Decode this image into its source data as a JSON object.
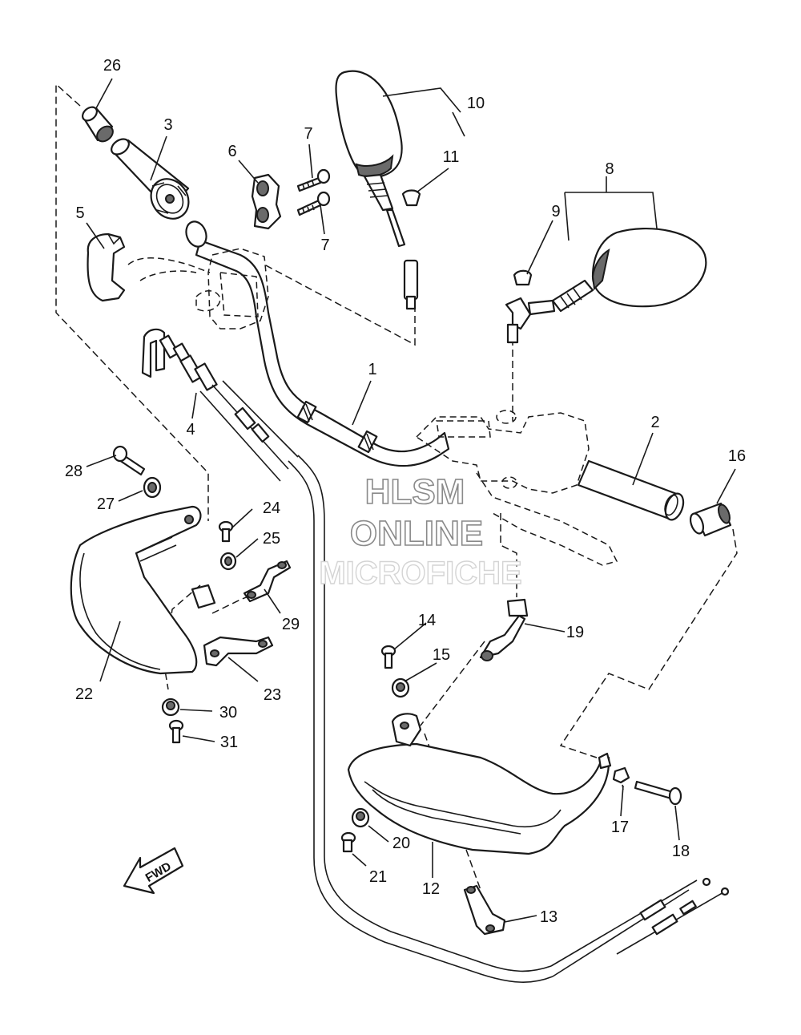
{
  "watermark": {
    "line1": "HLSM",
    "line2": "ONLINE",
    "line3": "MICROFICHE"
  },
  "fwd_label": "FWD",
  "callouts": {
    "c1": "1",
    "c2": "2",
    "c3": "3",
    "c4": "4",
    "c5": "5",
    "c6": "6",
    "c7a": "7",
    "c7b": "7",
    "c8": "8",
    "c9": "9",
    "c10": "10",
    "c11": "11",
    "c12": "12",
    "c13": "13",
    "c14": "14",
    "c15": "15",
    "c16": "16",
    "c17": "17",
    "c18": "18",
    "c19": "19",
    "c20": "20",
    "c21": "21",
    "c22": "22",
    "c23": "23",
    "c24": "24",
    "c25": "25",
    "c26": "26",
    "c27": "27",
    "c28": "28",
    "c29": "29",
    "c30": "30",
    "c31": "31"
  },
  "colors": {
    "line": "#1a1a1a",
    "watermark_outline": "#8a8a8a",
    "background": "#ffffff"
  }
}
